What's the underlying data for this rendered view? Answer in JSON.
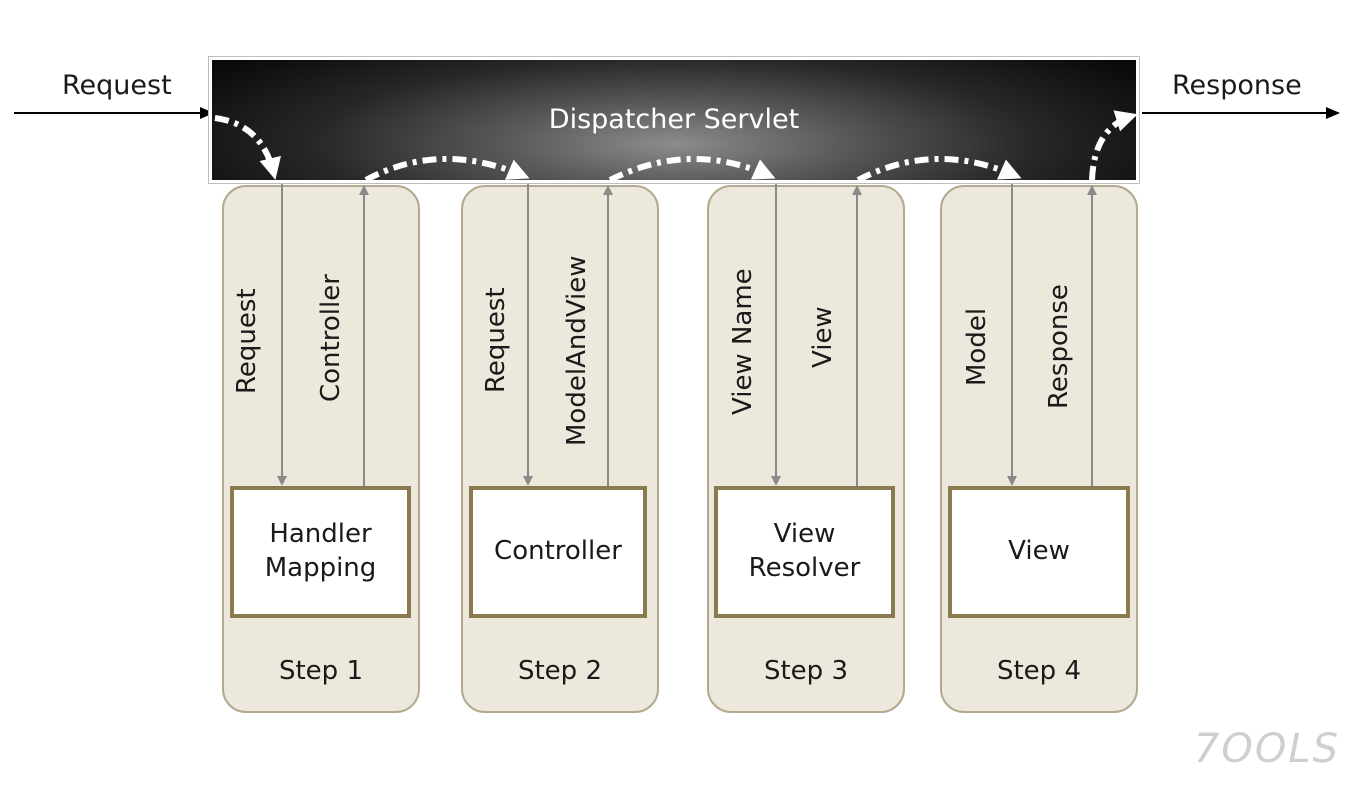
{
  "request_in_label": "Request",
  "response_out_label": "Response",
  "dispatcher": {
    "title": "Dispatcher Servlet"
  },
  "steps": [
    {
      "label": "Step 1",
      "component": "Handler\nMapping",
      "down_label": "Request",
      "up_label": "Controller"
    },
    {
      "label": "Step 2",
      "component": "Controller",
      "down_label": "Request",
      "up_label": "ModelAndView"
    },
    {
      "label": "Step 3",
      "component": "View\nResolver",
      "down_label": "View Name",
      "up_label": "View"
    },
    {
      "label": "Step 4",
      "component": "View",
      "down_label": "Model",
      "up_label": "Response"
    }
  ],
  "watermark": "7OOLS",
  "colors": {
    "step_fill": "#ede8dc",
    "step_border": "#b4a98e",
    "component_border": "#8a7a4f",
    "servlet_dark": "#0a0a0a",
    "servlet_light": "#8c8c8c",
    "arrow_gray": "#8a8a8a"
  }
}
